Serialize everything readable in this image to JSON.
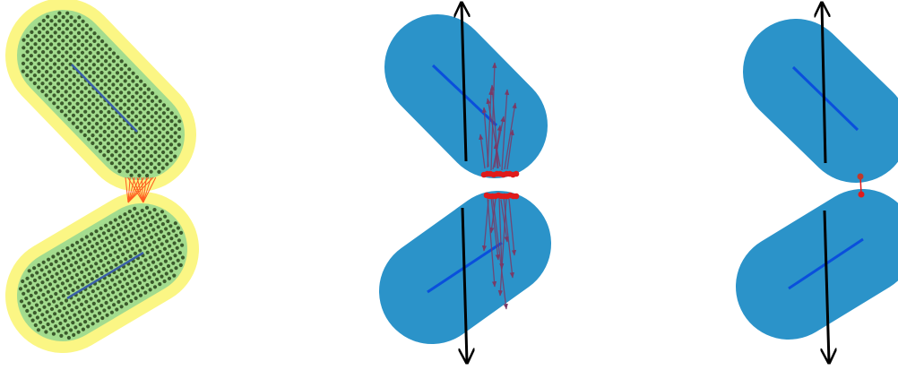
{
  "colors": {
    "background": "#ffffff",
    "halo": "#fbf684",
    "cell_fill": "#a3dc8e",
    "cell_point": "#3b5a2c",
    "axis_line": "#3a5fa8",
    "contact_link": "#ff5a1f",
    "capsule_blue": "#2b93c9",
    "axis_blue": "#0a4fdc",
    "force_arrow": "#7a3a66",
    "contact_point": "#e01b1b",
    "direction_arrow": "#000000"
  },
  "panels": [
    {
      "name": "point-cloud-contact-panel",
      "style": "points-with-halo"
    },
    {
      "name": "force-field-panel",
      "style": "capsules-with-forces"
    },
    {
      "name": "single-contact-panel",
      "style": "capsules-with-single-link"
    }
  ]
}
